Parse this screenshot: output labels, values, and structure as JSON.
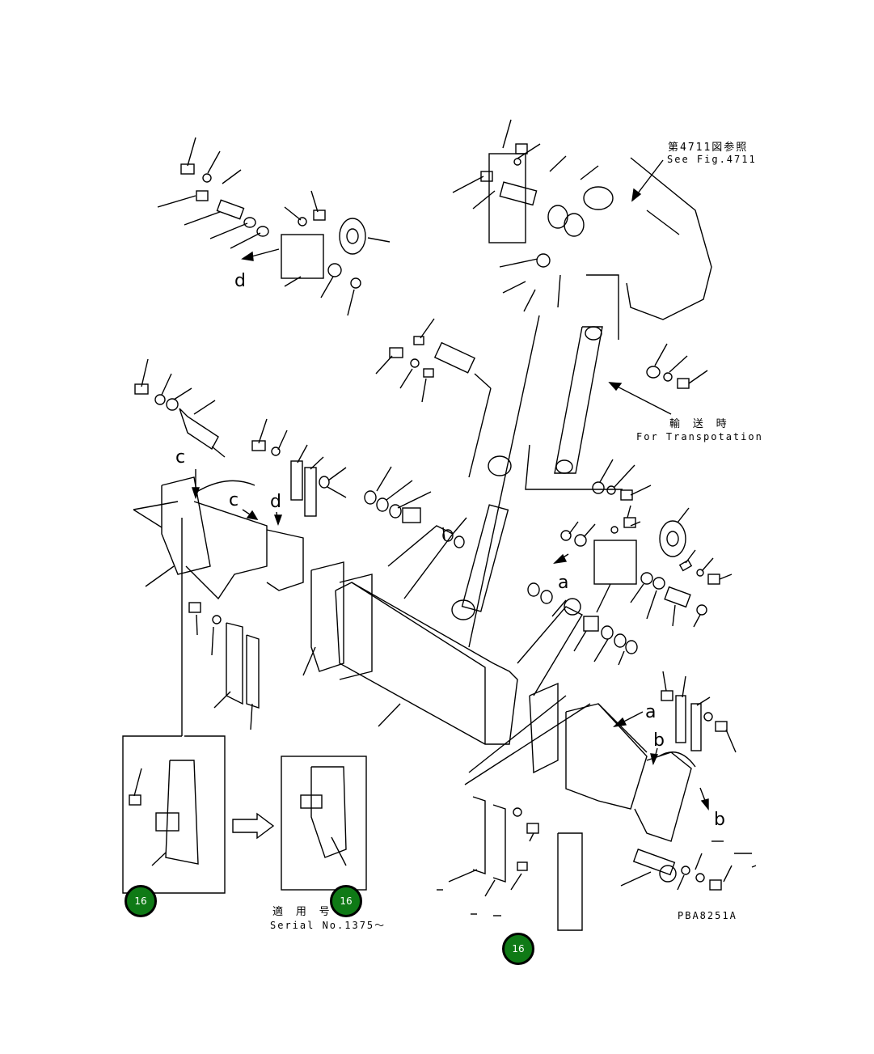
{
  "labels": {
    "see_fig_jp": "第4711図参照",
    "see_fig_en": "See Fig.4711",
    "transport_jp": "輸 送 時",
    "transport_en": "For Transpotation",
    "serial_jp": "適 用 号 機",
    "serial_en": "Serial No.1375～",
    "drawing_no": "PBA8251A"
  },
  "callouts": {
    "d_top": "d",
    "c_left": "c",
    "c_mid": "c",
    "d_mid": "d",
    "a_right": "a",
    "a_lower": "a",
    "b_right": "b",
    "b_lower": "b"
  },
  "badges": {
    "left": "16",
    "middle": "16",
    "right": "16"
  }
}
